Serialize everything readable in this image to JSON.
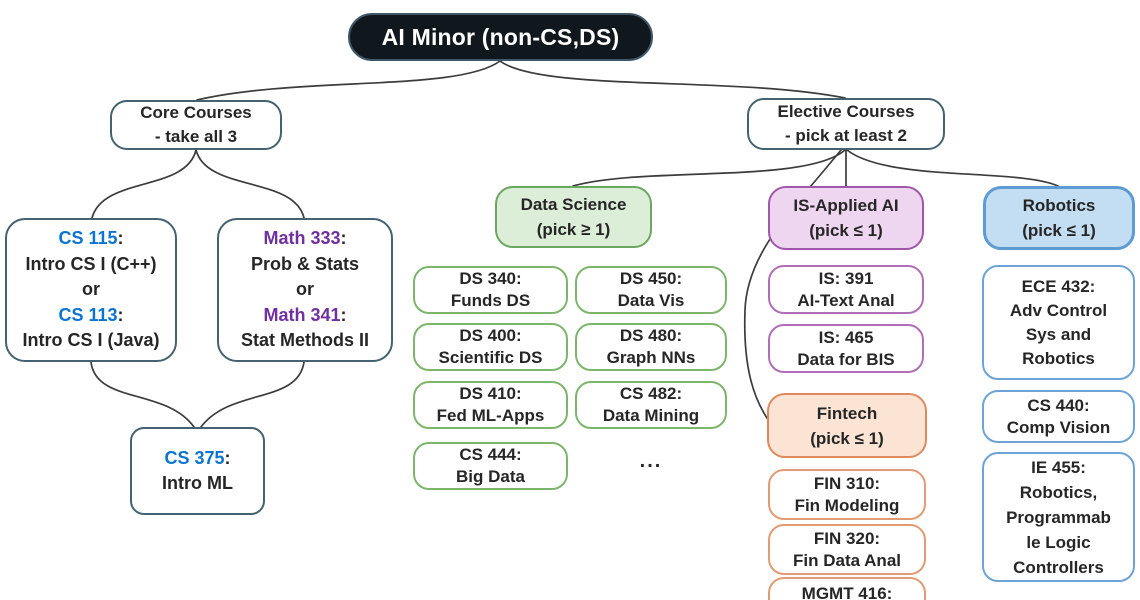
{
  "root": {
    "label": "AI Minor (non-CS,DS)"
  },
  "colors": {
    "root_fill": "#10181d",
    "root_text": "#ffffff",
    "slate_border": "#44626f",
    "edge": "#3c3c3c",
    "cs_code": "#0b74d1",
    "math_code": "#7030a0",
    "green_fill": "#ddeed8",
    "green_border": "#69a85e",
    "purple_fill": "#efd6f0",
    "purple_border": "#a157a9",
    "orange_fill": "#fbe4d4",
    "orange_border": "#dc8a5e",
    "blue_fill": "#c3ddf2",
    "blue_border": "#5e9bd3"
  },
  "core": {
    "header": {
      "line1": "Core Courses",
      "line2": "- take all 3"
    },
    "cs_options": {
      "code1": "CS 115",
      "colon1": ":",
      "desc1": "Intro CS I (C++)",
      "or": "or",
      "code2": "CS 113",
      "colon2": ":",
      "desc2": "Intro CS I (Java)"
    },
    "math_options": {
      "code1": "Math 333",
      "colon1": ":",
      "desc1": "Prob & Stats",
      "or": "or",
      "code2": "Math 341",
      "colon2": ":",
      "desc2": "Stat Methods II"
    },
    "capstone": {
      "code": "CS 375",
      "colon": ":",
      "desc": "Intro ML"
    }
  },
  "electives": {
    "header": {
      "line1": "Elective Courses",
      "line2": "- pick at least 2"
    },
    "data_science": {
      "title": {
        "line1": "Data Science",
        "line2": "(pick ≥ 1)"
      },
      "courses": [
        {
          "line1": "DS 340:",
          "line2": "Funds DS"
        },
        {
          "line1": "DS 450:",
          "line2": "Data Vis"
        },
        {
          "line1": "DS 400:",
          "line2": "Scientific DS"
        },
        {
          "line1": "DS 480:",
          "line2": "Graph NNs"
        },
        {
          "line1": "DS 410:",
          "line2": "Fed ML-Apps"
        },
        {
          "line1": "CS 482:",
          "line2": "Data Mining"
        },
        {
          "line1": "CS 444:",
          "line2": "Big Data"
        }
      ],
      "more": "..."
    },
    "is_applied_ai": {
      "title": {
        "line1": "IS-Applied AI",
        "line2": "(pick ≤ 1)"
      },
      "courses": [
        {
          "line1": "IS: 391",
          "line2": "AI-Text Anal"
        },
        {
          "line1": "IS: 465",
          "line2": "Data for BIS"
        }
      ]
    },
    "fintech": {
      "title": {
        "line1": "Fintech",
        "line2": "(pick ≤ 1)"
      },
      "courses": [
        {
          "line1": "FIN 310:",
          "line2": "Fin Modeling"
        },
        {
          "line1": "FIN 320:",
          "line2": "Fin Data Anal"
        },
        {
          "line1": "MGMT 416:"
        }
      ]
    },
    "robotics": {
      "title": {
        "line1": "Robotics",
        "line2": "(pick ≤ 1)"
      },
      "courses": [
        {
          "line1": "ECE 432:",
          "line2": "Adv Control",
          "line3": "Sys and",
          "line4": "Robotics"
        },
        {
          "line1": "CS 440:",
          "line2": "Comp Vision"
        },
        {
          "line1": "IE 455:",
          "line2": "Robotics,",
          "line3": "Programmab",
          "line4": "le Logic",
          "line5": "Controllers"
        }
      ]
    }
  }
}
